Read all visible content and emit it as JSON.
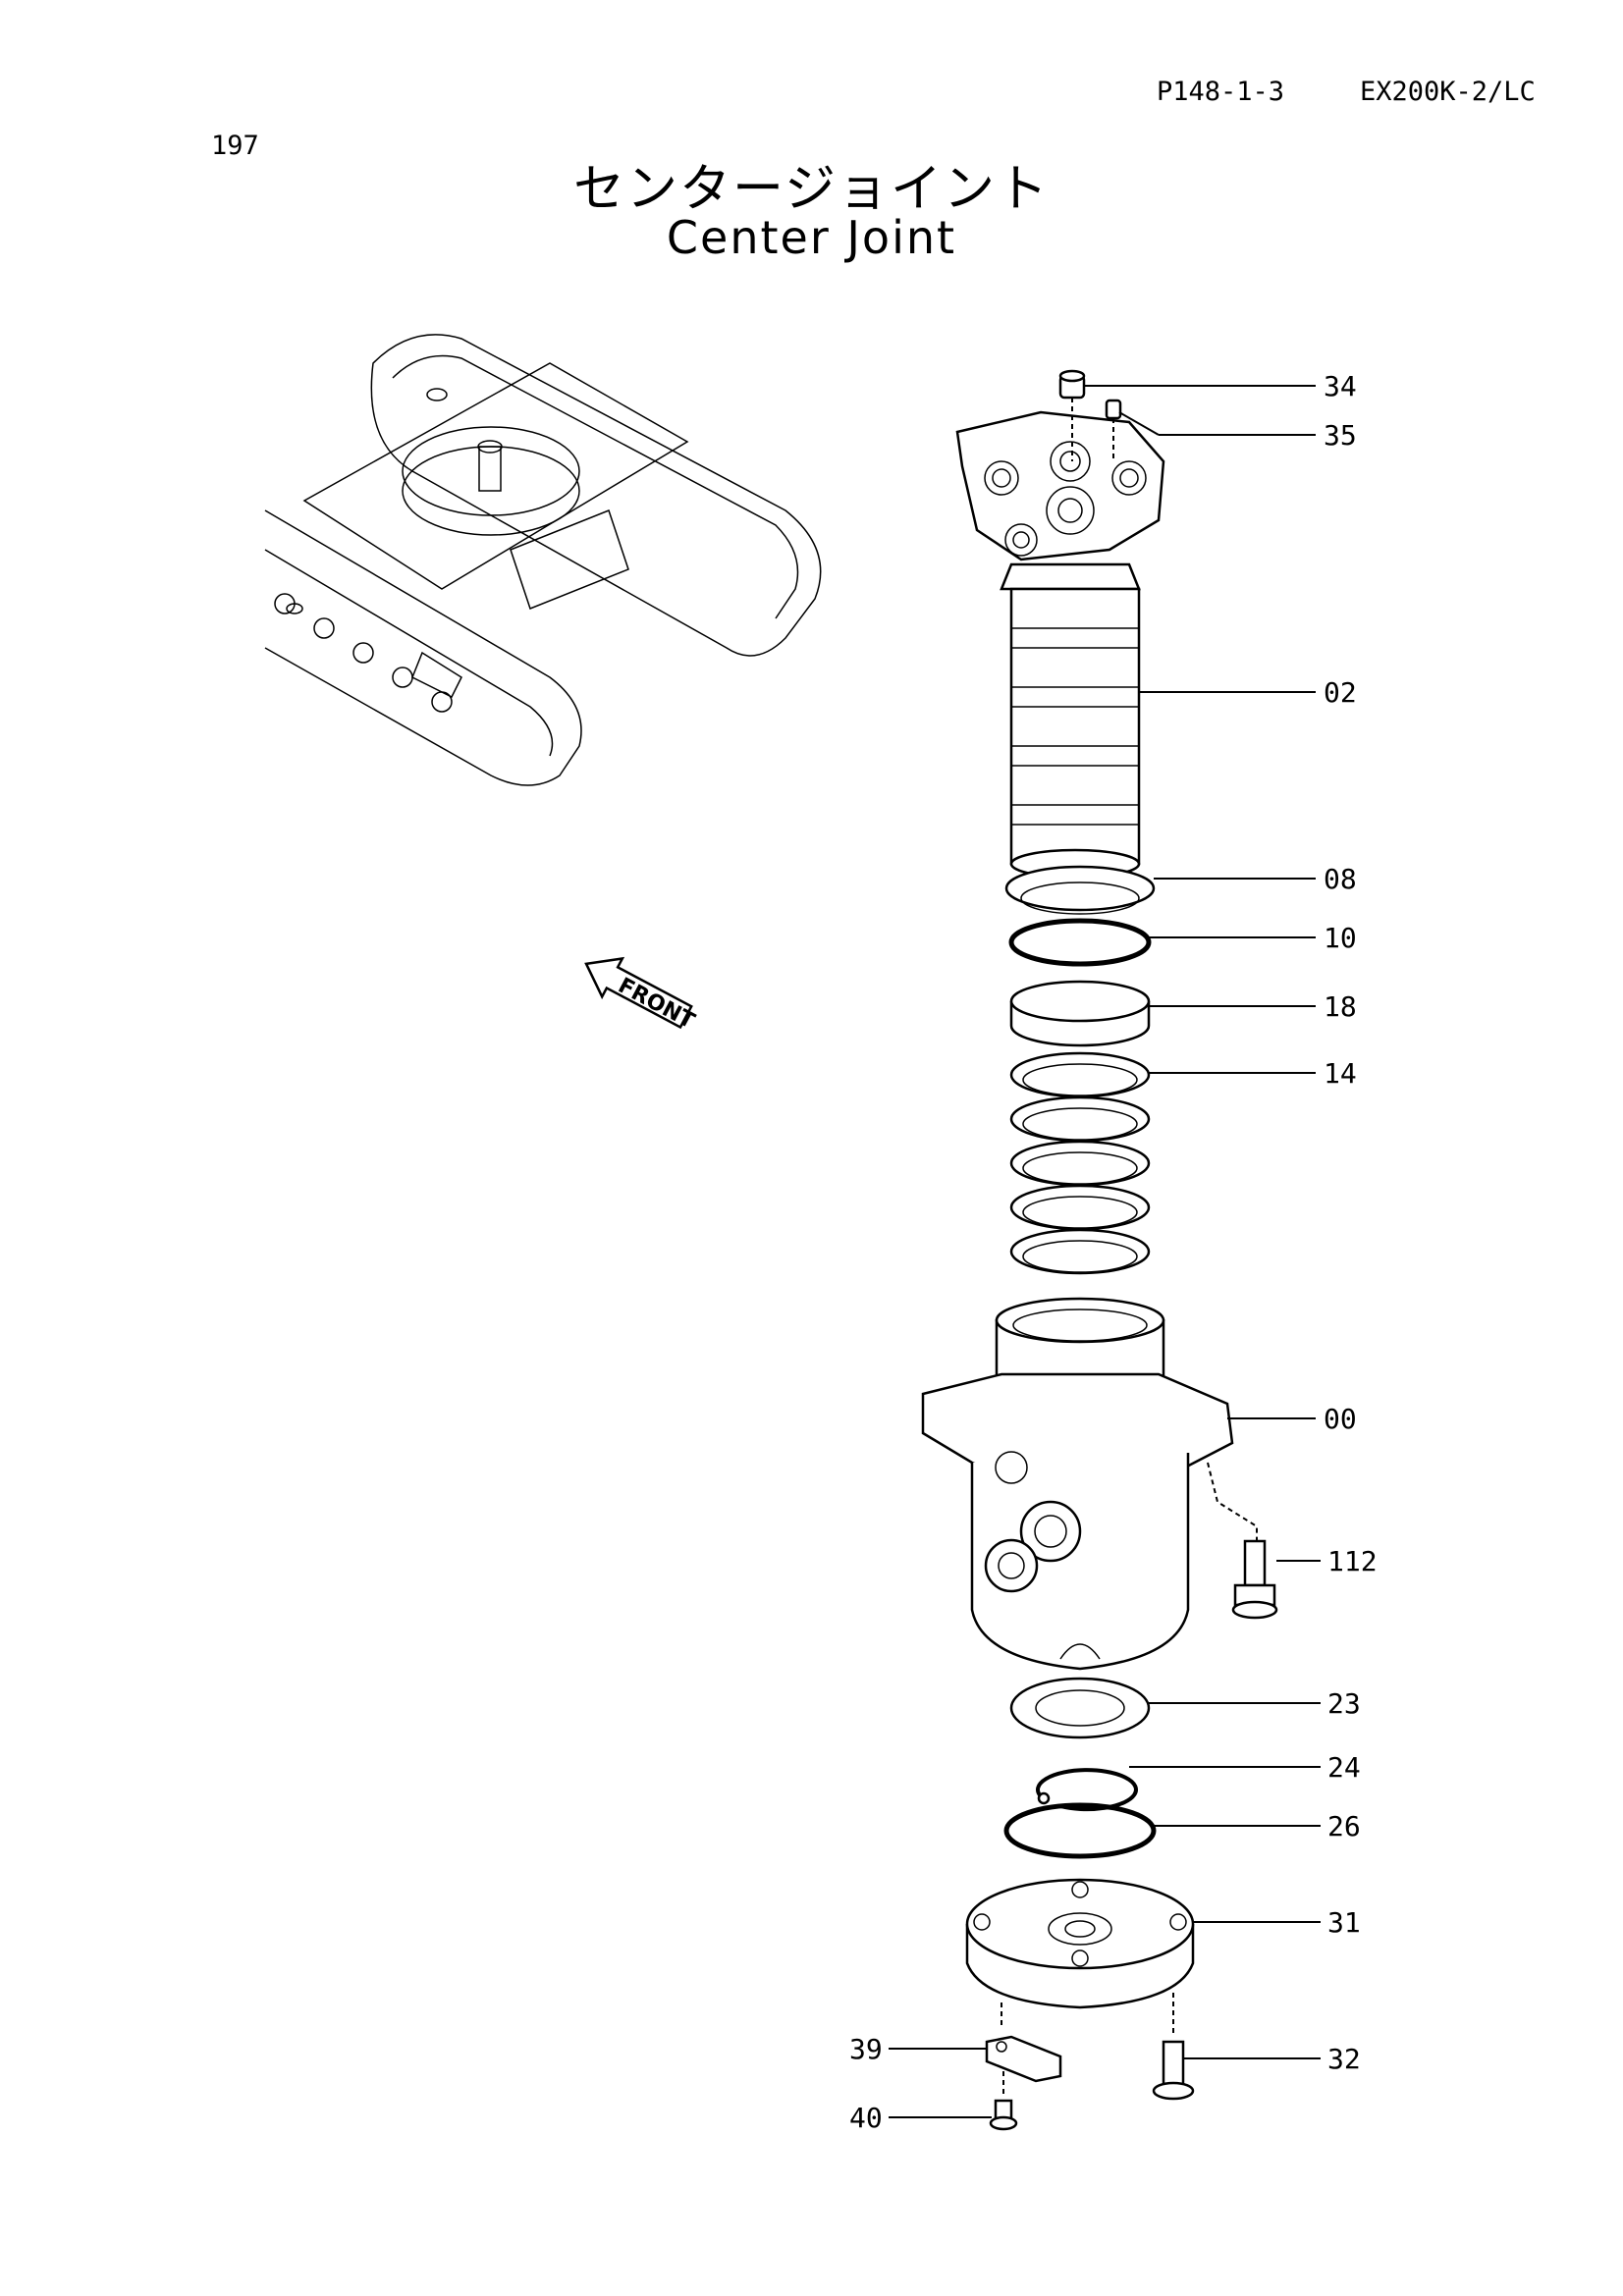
{
  "header": {
    "page_code": "P148-1-3",
    "model": "EX200K-2/LC",
    "page_number": "197"
  },
  "title": {
    "japanese": "センタージョイント",
    "english": "Center Joint"
  },
  "front_arrow_label": "FRONT",
  "callouts": {
    "c34": "34",
    "c35": "35",
    "c02": "02",
    "c08": "08",
    "c10": "10",
    "c18": "18",
    "c14": "14",
    "c00": "00",
    "c112": "112",
    "c23": "23",
    "c24": "24",
    "c26": "26",
    "c31": "31",
    "c39": "39",
    "c32": "32",
    "c40": "40"
  }
}
